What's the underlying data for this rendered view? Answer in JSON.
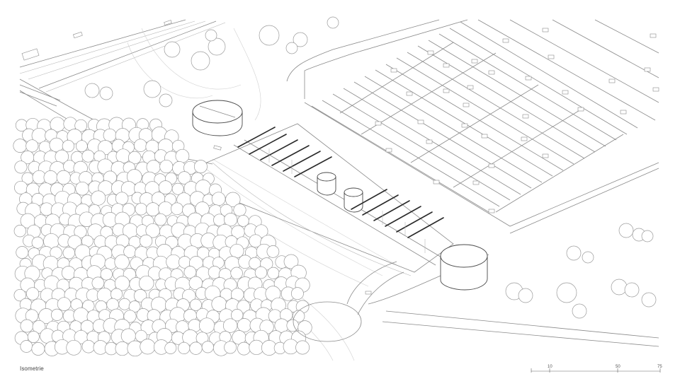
{
  "caption": "Isometrie",
  "scale": {
    "labels": [
      "10",
      "50",
      "75"
    ]
  },
  "colors": {
    "background": "#ffffff",
    "linework": "#8a8a8a",
    "roof_beams": "#2a2a2a"
  }
}
